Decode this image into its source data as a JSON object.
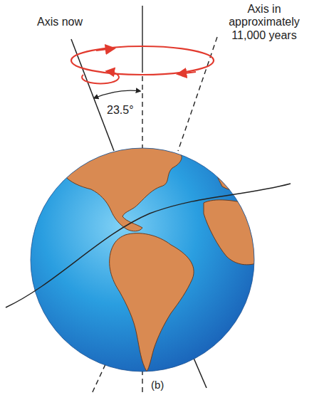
{
  "diagram": {
    "labels": [
      "Axis now",
      "Axis in approximately 11,000 years",
      "23.5°",
      "(b)"
    ]
  }
}
